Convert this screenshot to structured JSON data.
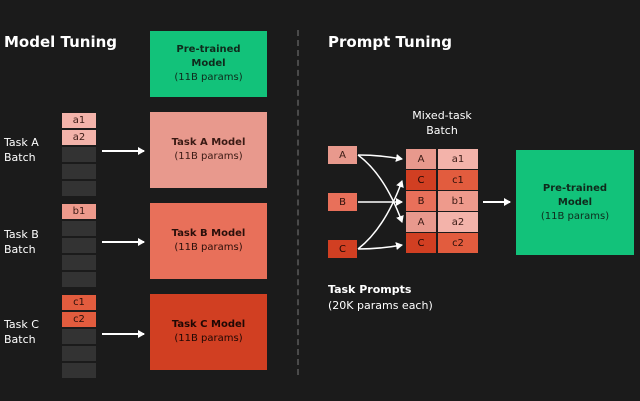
{
  "left": {
    "title": "Model Tuning",
    "pretrained": {
      "line1": "Pre-trained",
      "line2": "Model",
      "params": "(11B params)"
    },
    "tasks": [
      {
        "label1": "Task A",
        "label2": "Batch",
        "chips": [
          "a1",
          "a2"
        ],
        "model": "Task A Model",
        "params": "(11B params)"
      },
      {
        "label1": "Task B",
        "label2": "Batch",
        "chips": [
          "b1"
        ],
        "model": "Task B Model",
        "params": "(11B params)"
      },
      {
        "label1": "Task C",
        "label2": "Batch",
        "chips": [
          "c1",
          "c2"
        ],
        "model": "Task C Model",
        "params": "(11B params)"
      }
    ]
  },
  "right": {
    "title": "Prompt Tuning",
    "mixed": {
      "line1": "Mixed-task",
      "line2": "Batch"
    },
    "prompts": [
      "A",
      "B",
      "C"
    ],
    "rows": [
      {
        "prompt": "A",
        "input": "a1"
      },
      {
        "prompt": "C",
        "input": "c1"
      },
      {
        "prompt": "B",
        "input": "b1"
      },
      {
        "prompt": "A",
        "input": "a2"
      },
      {
        "prompt": "C",
        "input": "c2"
      }
    ],
    "pretrained": {
      "line1": "Pre-trained",
      "line2": "Model",
      "params": "(11B params)"
    },
    "task_prompts": {
      "title": "Task Prompts",
      "params": "(20K params each)"
    }
  },
  "colors": {
    "green": "#12c27a",
    "task_a": "#e8998d",
    "task_b": "#e8705a",
    "task_c": "#d13f22",
    "chip_a": "#f3b3aa",
    "chip_b": "#ee9a8c",
    "chip_c": "#e25c3e",
    "slot": "#333333",
    "background": "#1b1b1b"
  }
}
